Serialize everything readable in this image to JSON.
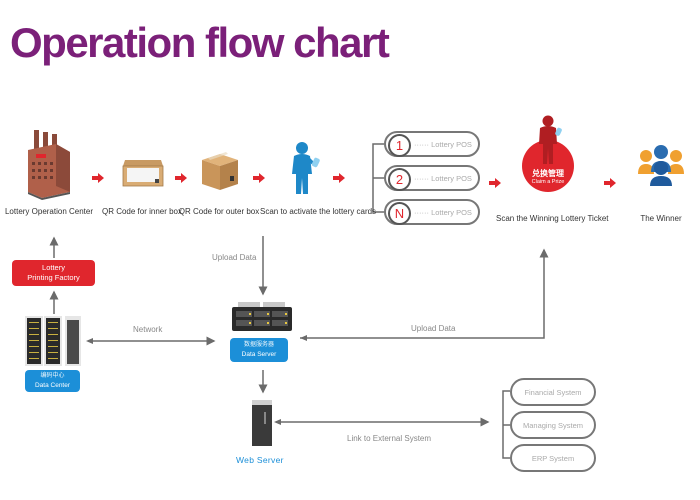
{
  "title": "Operation flow chart",
  "colors": {
    "title": "#7b2079",
    "accent_red": "#e0262d",
    "accent_blue": "#1c8fd8",
    "connector_grey": "#6b6b6b"
  },
  "top_flow": {
    "steps": [
      {
        "label": "Lottery Operation Center",
        "icon": "factory-building-icon"
      },
      {
        "label": "QR Code for inner box",
        "icon": "open-box-icon"
      },
      {
        "label": "QR Code for outer box",
        "icon": "cardboard-box-icon"
      },
      {
        "label": "Scan to activate the lottery cards",
        "icon": "person-scanner-icon"
      }
    ],
    "pos_list": [
      {
        "number": "1",
        "label": "Lottery POS"
      },
      {
        "number": "2",
        "label": "Lottery POS"
      },
      {
        "number": "N",
        "label": "Lottery POS"
      }
    ],
    "prize": {
      "label": "Scan the Winning Lottery Ticket",
      "badge_cn": "兑换管理",
      "badge_en": "Claim a Prize",
      "icon": "person-scanner-icon"
    },
    "winner": {
      "label": "The Winner",
      "icon": "user-group-icon"
    }
  },
  "left_column": {
    "printing_factory": {
      "line1": "Lottery",
      "line2": "Printing Factory"
    },
    "data_center": {
      "cn": "编码中心",
      "en": "Data Center",
      "icon": "server-rack-icon"
    }
  },
  "middle": {
    "upload_data_top": "Upload Data",
    "network_label": "Network",
    "data_server": {
      "cn": "数据服务器",
      "en": "Data Server",
      "icon": "rack-server-icon"
    },
    "upload_data_right": "Upload Data",
    "web_server": {
      "label": "Web Server",
      "icon": "tower-server-icon"
    },
    "link_label": "Link to External System"
  },
  "external_systems": [
    {
      "label": "Financial System"
    },
    {
      "label": "Managing System"
    },
    {
      "label": "ERP System"
    }
  ]
}
